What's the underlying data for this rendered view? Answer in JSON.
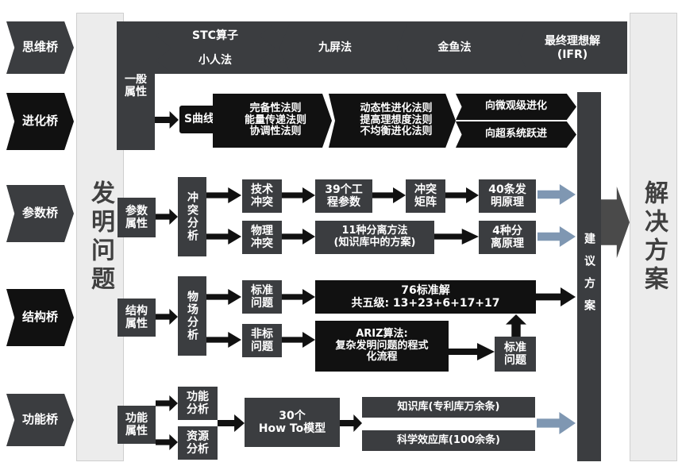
{
  "bridges": {
    "thinking": "思维桥",
    "evolution": "进化桥",
    "parameter": "参数桥",
    "structure": "结构桥",
    "function": "功能桥"
  },
  "invention_problem": "发明问题",
  "solution": "解决方案",
  "proposal": "建议方案",
  "thinking_row": {
    "stc": "STC算子",
    "little_people": "小人法",
    "nine_screen": "九屏法",
    "goldfish": "金鱼法",
    "ifr": "最终理想解\n(IFR)"
  },
  "general_attribute": "一般\n属性",
  "evolution_row": {
    "s_curve": "S曲线",
    "laws_a": "完备性法则\n能量传递法则\n协调性法则",
    "laws_b": "动态性进化法则\n提高理想度法则\n不均衡进化法则",
    "micro": "向微观级进化",
    "supersystem": "向超系统跃进"
  },
  "parameter_row": {
    "attribute": "参数\n属性",
    "conflict_analysis": "冲突分析",
    "tech_conflict": "技术\n冲突",
    "params39": "39个工\n程参数",
    "matrix": "冲突\n矩阵",
    "principles40": "40条发\n明原理",
    "phys_conflict": "物理\n冲突",
    "separation11": "11种分离方法\n(知识库中的方案)",
    "separation4": "4种分\n离原理"
  },
  "structure_row": {
    "attribute": "结构\n属性",
    "substance_field": "物场分析",
    "standard": "标准\n问题",
    "standard76": "76标准解\n共五级: 13+23+6+17+17",
    "nonstandard": "非标\n问题",
    "ariz": "ARIZ算法:\n复杂发明问题的程式\n化流程",
    "standard_problem": "标准\n问题"
  },
  "function_row": {
    "attribute": "功能\n属性",
    "function_analysis": "功能\n分析",
    "resource_analysis": "资源\n分析",
    "howto": "30个\nHow To模型",
    "knowledge_base": "知识库(专利库万余条)",
    "effects_base": "科学效应库(100余条)"
  }
}
